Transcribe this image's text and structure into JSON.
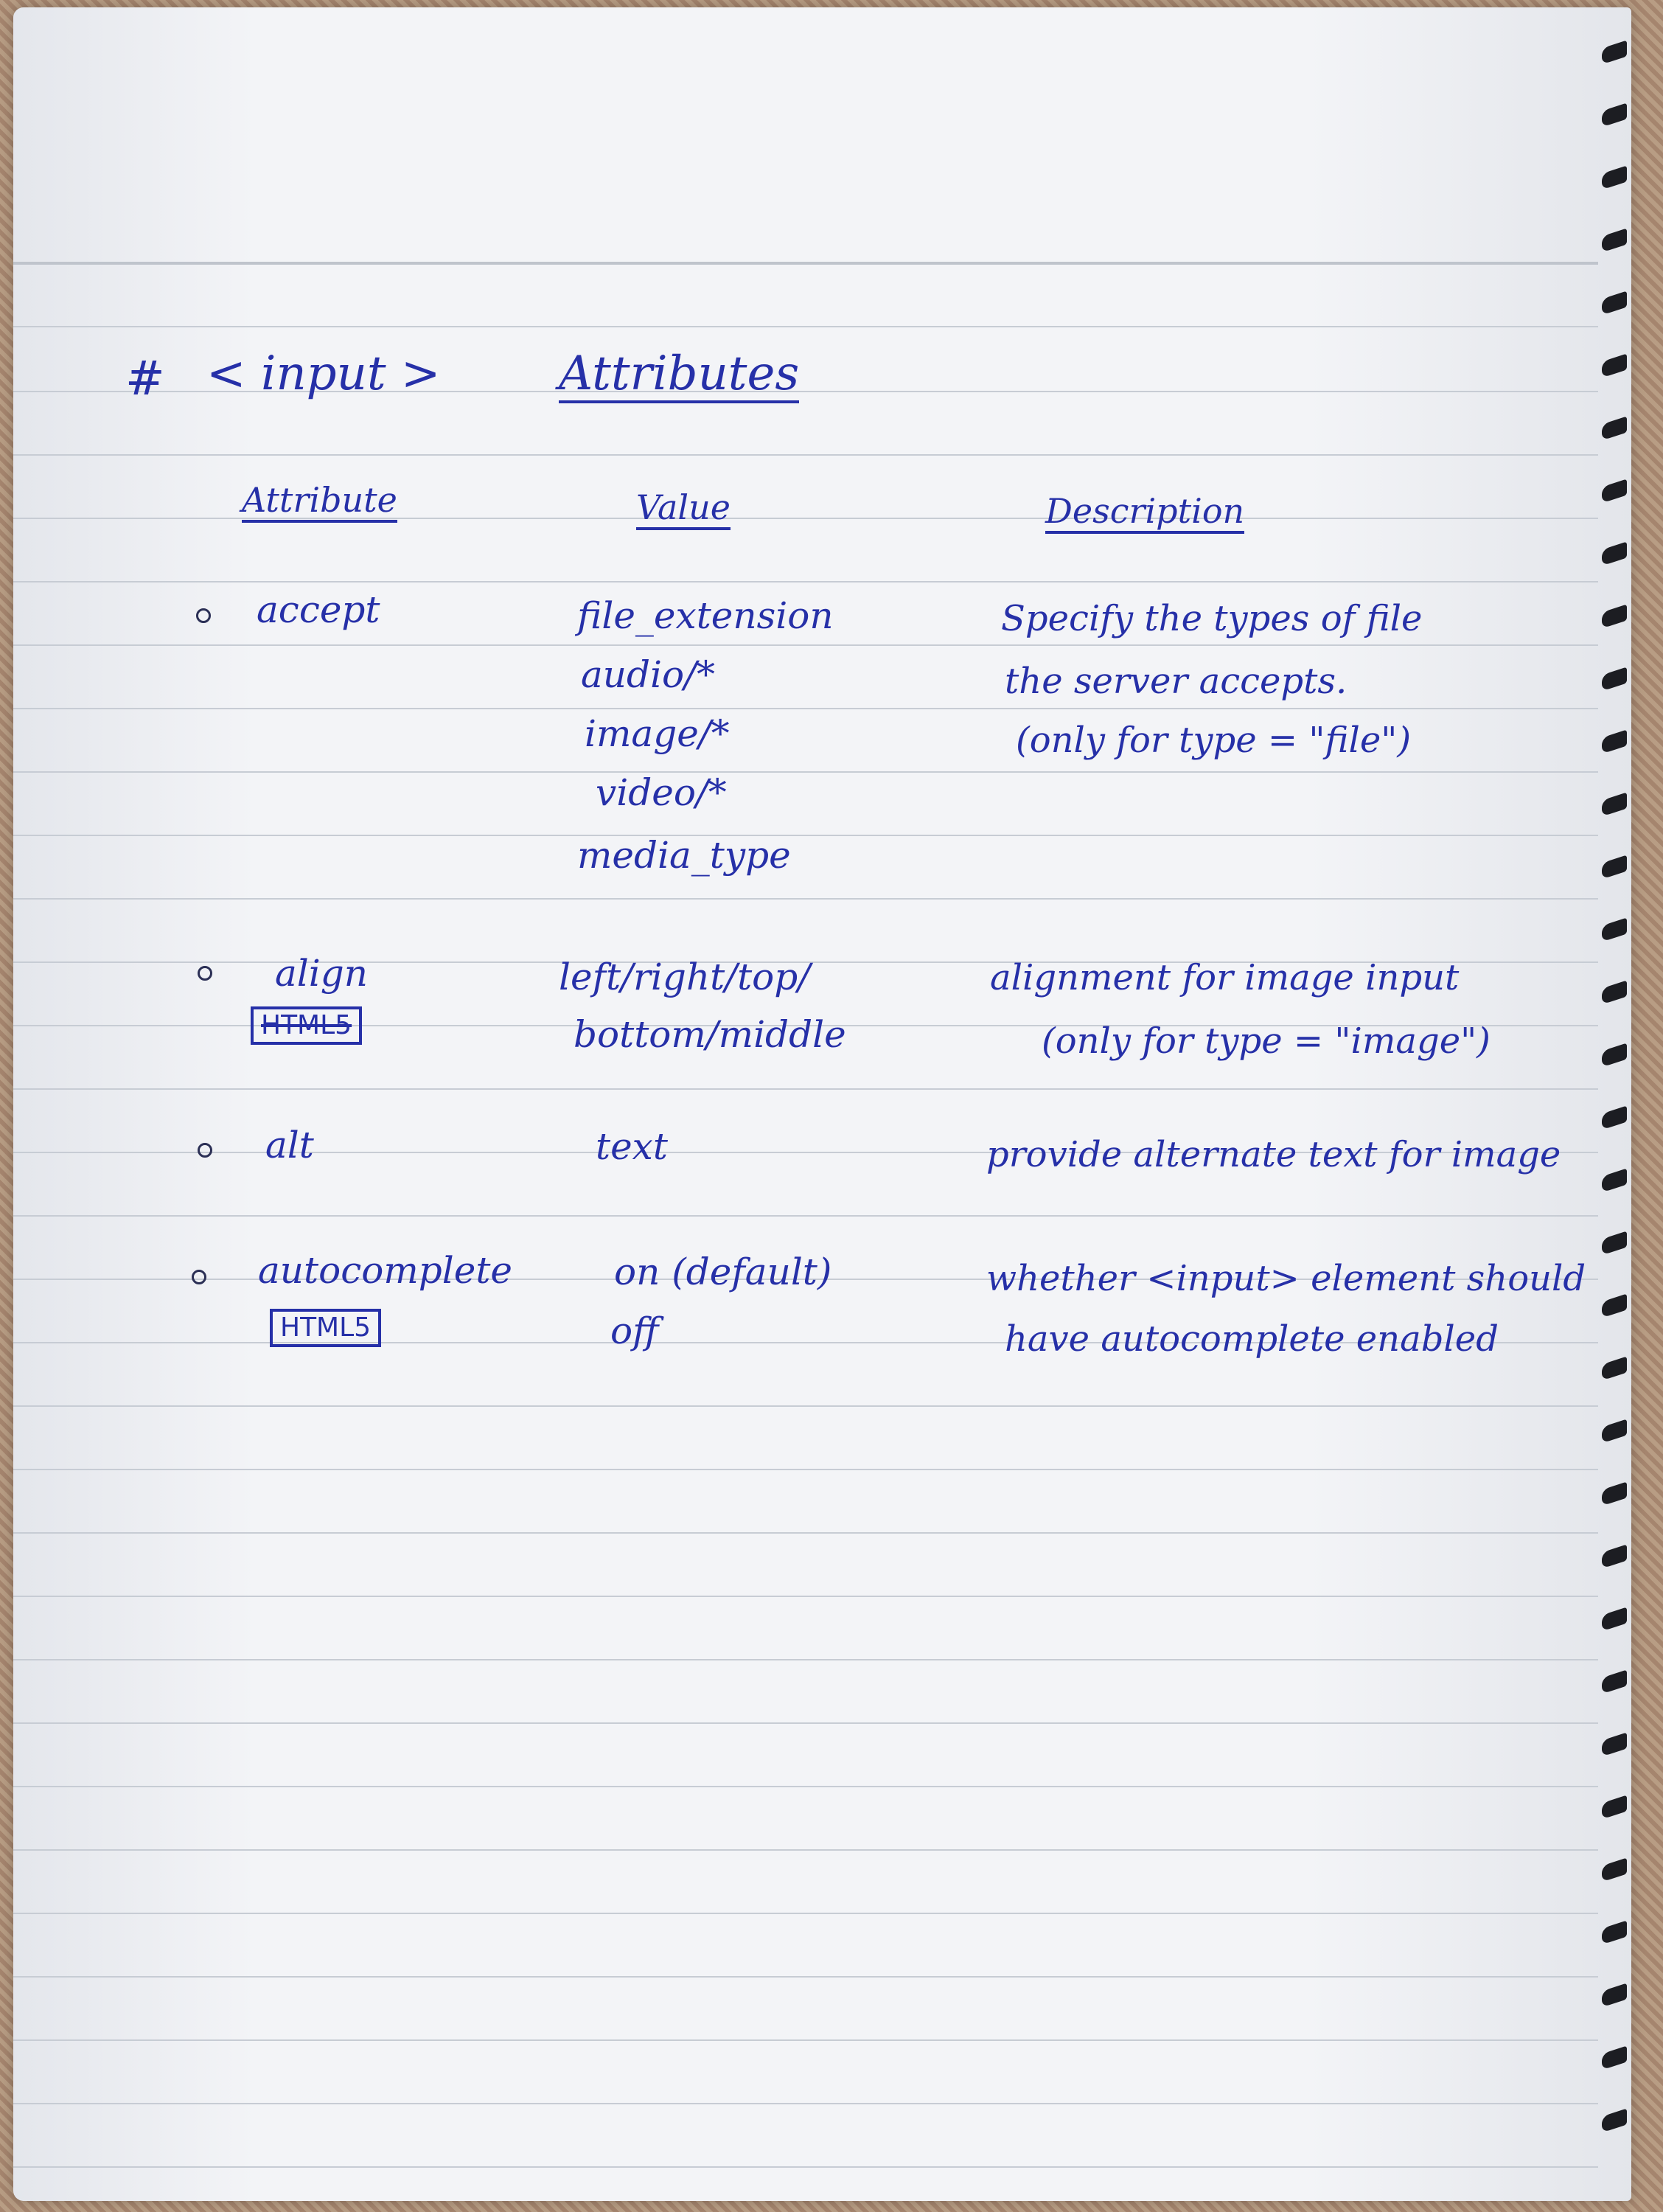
{
  "heading": {
    "hash": "#",
    "tag": "< input >",
    "title": "Attributes"
  },
  "columns": {
    "attribute": "Attribute",
    "value": "Value",
    "description": "Description"
  },
  "rows": [
    {
      "attribute": "accept",
      "badge": "",
      "values": [
        "file_extension",
        "audio/*",
        "image/*",
        "video/*",
        "media_type"
      ],
      "description": [
        "Specify the types of file",
        "the server accepts.",
        "(only for type = \"file\")"
      ]
    },
    {
      "attribute": "align",
      "badge": "HTML5",
      "values": [
        "left/right/top/",
        "bottom/middle"
      ],
      "description": [
        "alignment for image input",
        "(only for type = \"image\")"
      ]
    },
    {
      "attribute": "alt",
      "badge": "",
      "values": [
        "text"
      ],
      "description": [
        "provide alternate text for image"
      ]
    },
    {
      "attribute": "autocomplete",
      "badge": "HTML5",
      "values": [
        "on (default)",
        "off"
      ],
      "description": [
        "whether <input> element should",
        "have autocomplete enabled"
      ]
    }
  ],
  "colors": {
    "ink": "#2630a8",
    "paper": "#f3f4f7",
    "rule": "#c7ccd4"
  }
}
